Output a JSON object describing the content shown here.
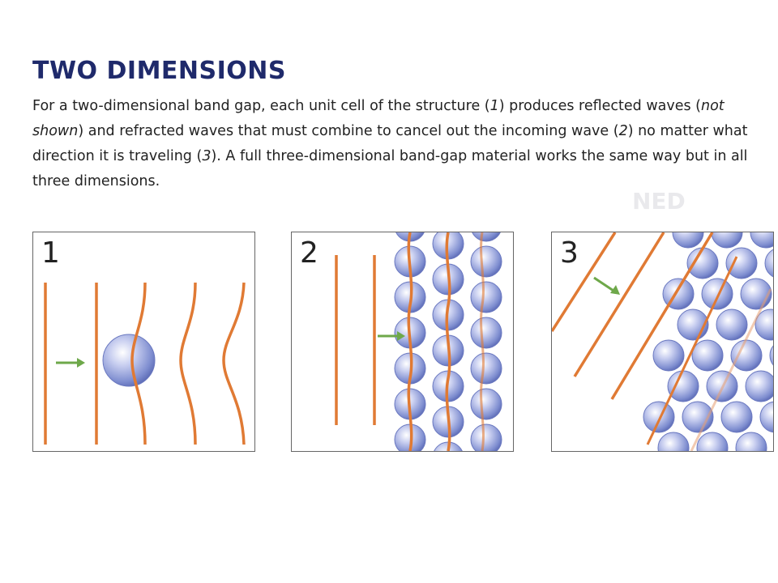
{
  "title": "TWO DIMENSIONS",
  "caption": {
    "part1": "For a two-dimensional band gap, each unit cell of the structure (",
    "ref1": "1",
    "part2": ") produces reflected waves (",
    "em": "not shown",
    "part3": ") and refracted waves that must combine to cancel out the incoming wave (",
    "ref2": "2",
    "part4": ") no matter what direction it is traveling (",
    "ref3": "3",
    "part5": "). A full three-dimensional band-gap material works the same way but in all three dimensions."
  },
  "panels": [
    {
      "number": "1"
    },
    {
      "number": "2"
    },
    {
      "number": "3"
    }
  ],
  "colors": {
    "wave": "#e07a34",
    "arrow": "#6ea84a",
    "sphere": "#8d9bd6",
    "heading": "#1f2a6b"
  }
}
